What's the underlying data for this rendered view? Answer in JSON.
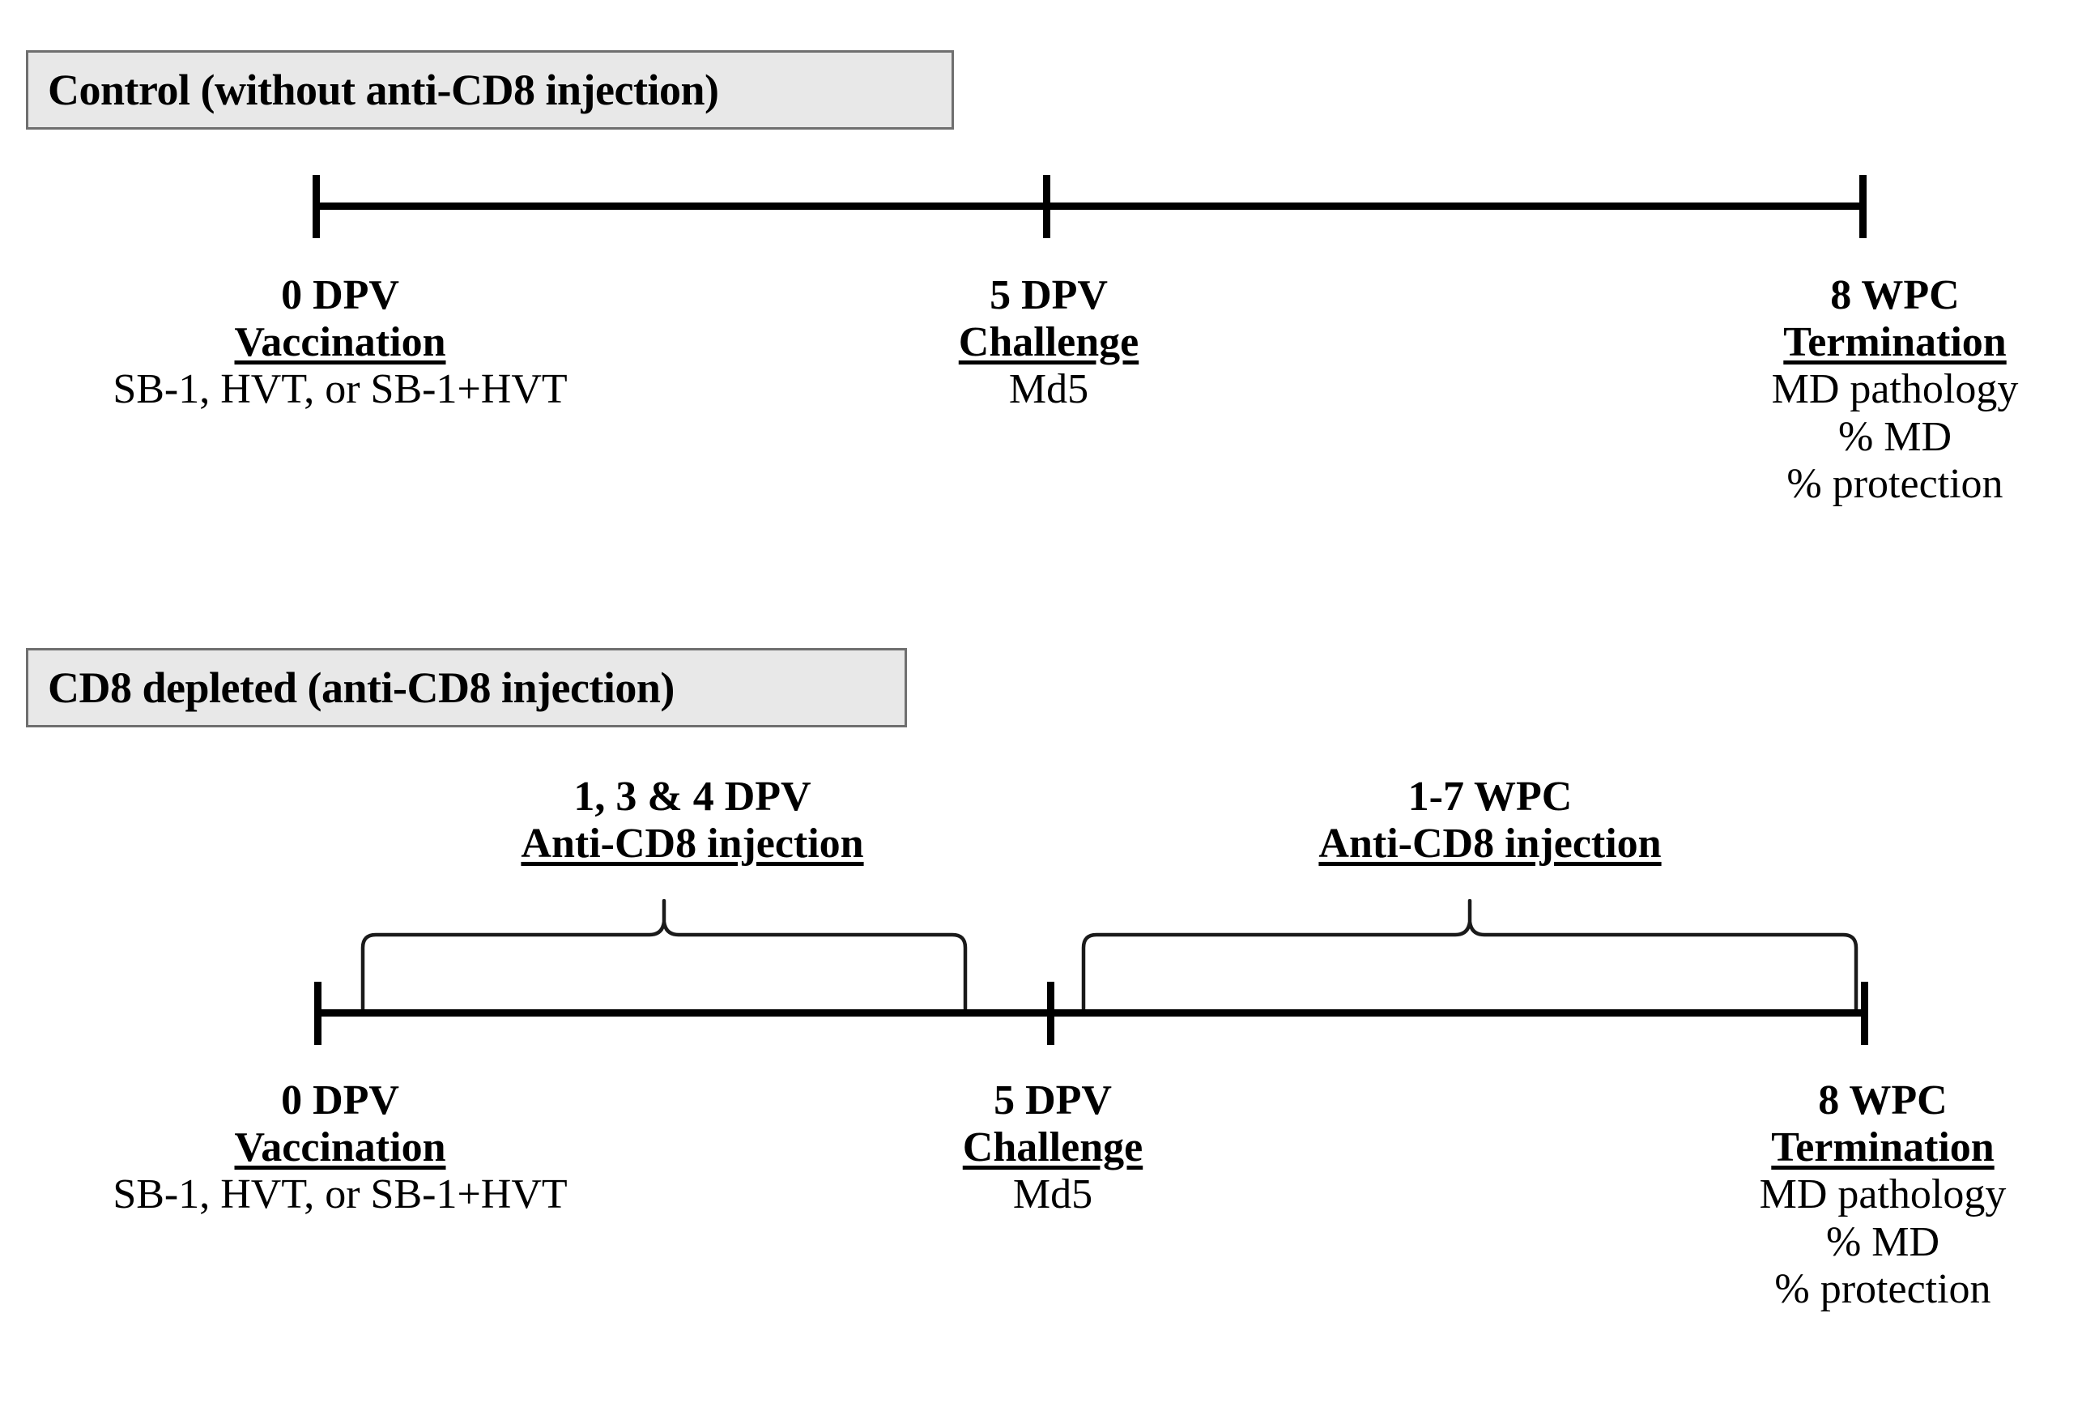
{
  "figure": {
    "type": "experimental-timeline-diagram",
    "background_color": "#ffffff",
    "line_color": "#000000",
    "box_fill_color": "#e8e8e8",
    "box_border_color": "#6f6f6f"
  },
  "sections": [
    {
      "id": "control",
      "header": "Control (without anti-CD8 injection)",
      "events": [
        {
          "day": "0 DPV",
          "action": "Vaccination",
          "details": [
            "SB-1, HVT, or SB-1+HVT"
          ]
        },
        {
          "day": "5 DPV",
          "action": "Challenge",
          "details": [
            "Md5"
          ]
        },
        {
          "day": "8 WPC",
          "action": "Termination",
          "details": [
            "MD pathology",
            "% MD",
            "% protection"
          ]
        }
      ],
      "braces": []
    },
    {
      "id": "cd8-depleted",
      "header": "CD8 depleted (anti-CD8 injection)",
      "events": [
        {
          "day": "0 DPV",
          "action": "Vaccination",
          "details": [
            "SB-1, HVT, or SB-1+HVT"
          ]
        },
        {
          "day": "5 DPV",
          "action": "Challenge",
          "details": [
            "Md5"
          ]
        },
        {
          "day": "8 WPC",
          "action": "Termination",
          "details": [
            "MD pathology",
            "% MD",
            "% protection"
          ]
        }
      ],
      "braces": [
        {
          "id": "early",
          "when": "1, 3 & 4 DPV",
          "what": "Anti-CD8 injection",
          "spans_from": "0 DPV",
          "spans_to": "5 DPV"
        },
        {
          "id": "late",
          "when": "1-7 WPC",
          "what": "Anti-CD8 injection",
          "spans_from": "5 DPV",
          "spans_to": "8 WPC"
        }
      ]
    }
  ]
}
